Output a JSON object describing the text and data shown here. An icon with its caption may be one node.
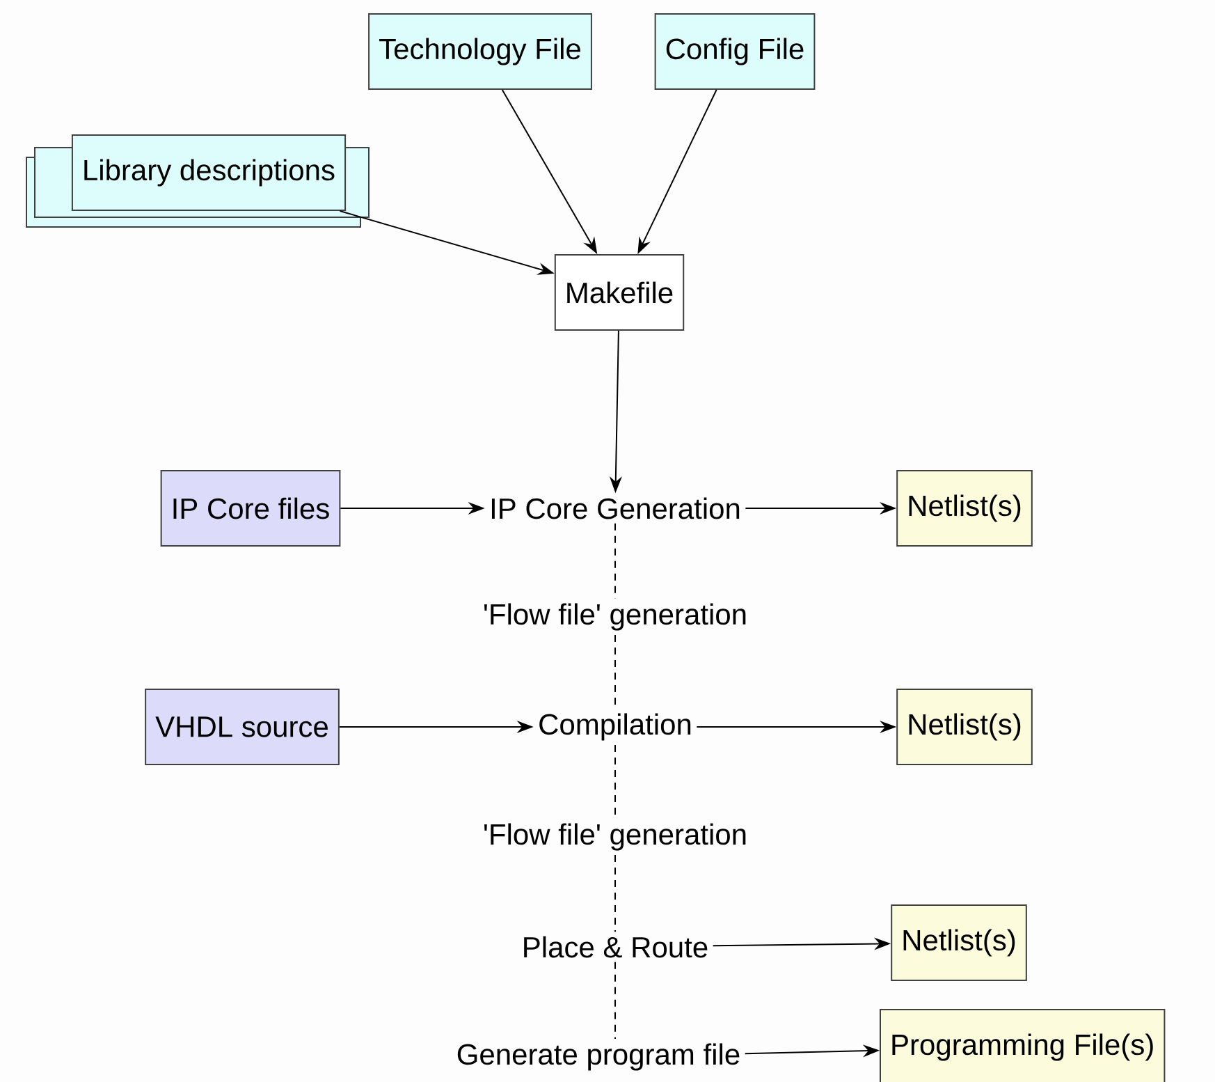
{
  "diagram": {
    "nodes": [
      {
        "text": [
          "Technology File"
        ]
      },
      {
        "text": [
          "Config File"
        ]
      },
      {
        "text": [
          "Library descriptions"
        ]
      },
      {
        "text": [
          "Makefile"
        ]
      },
      {
        "text": [
          "IP Core files"
        ]
      },
      {
        "text": [
          "IP Core Generation"
        ]
      },
      {
        "text": [
          "Netlist(s)"
        ]
      },
      {
        "text": [
          "'Flow file' generation"
        ]
      },
      {
        "text": [
          "VHDL source"
        ]
      },
      {
        "text": [
          "Compilation"
        ]
      },
      {
        "text": [
          "Netlist(s)"
        ]
      },
      {
        "text": [
          "'Flow file' generation"
        ]
      },
      {
        "text": [
          "Place & Route"
        ]
      },
      {
        "text": [
          "Netlist(s)"
        ]
      },
      {
        "text": [
          "Generate program file"
        ]
      },
      {
        "text": [
          "Programming File(s)"
        ]
      }
    ],
    "edges": [
      {
        "from": 2,
        "to": 3,
        "arrow": "to"
      },
      {
        "from": 0,
        "to": 3,
        "arrow": "to"
      },
      {
        "from": 1,
        "to": 3,
        "arrow": "to"
      },
      {
        "from": 3,
        "to": 5,
        "arrow": "to"
      },
      {
        "from": 4,
        "to": 5,
        "arrow": "to"
      },
      {
        "from": 5,
        "to": 6,
        "arrow": "to"
      },
      {
        "from": 5,
        "to": 7,
        "arrow": "none",
        "style": "dashed"
      },
      {
        "from": 7,
        "to": 9,
        "arrow": "none",
        "style": "dashed"
      },
      {
        "from": 8,
        "to": 9,
        "arrow": "to"
      },
      {
        "from": 9,
        "to": 10,
        "arrow": "to"
      },
      {
        "from": 9,
        "to": 11,
        "arrow": "none",
        "style": "dashed"
      },
      {
        "from": 11,
        "to": 12,
        "arrow": "none",
        "style": "dashed"
      },
      {
        "from": 12,
        "to": 13,
        "arrow": "to"
      },
      {
        "from": 12,
        "to": 14,
        "arrow": "none",
        "style": "dashed"
      },
      {
        "from": 14,
        "to": 15,
        "arrow": "to"
      }
    ]
  }
}
